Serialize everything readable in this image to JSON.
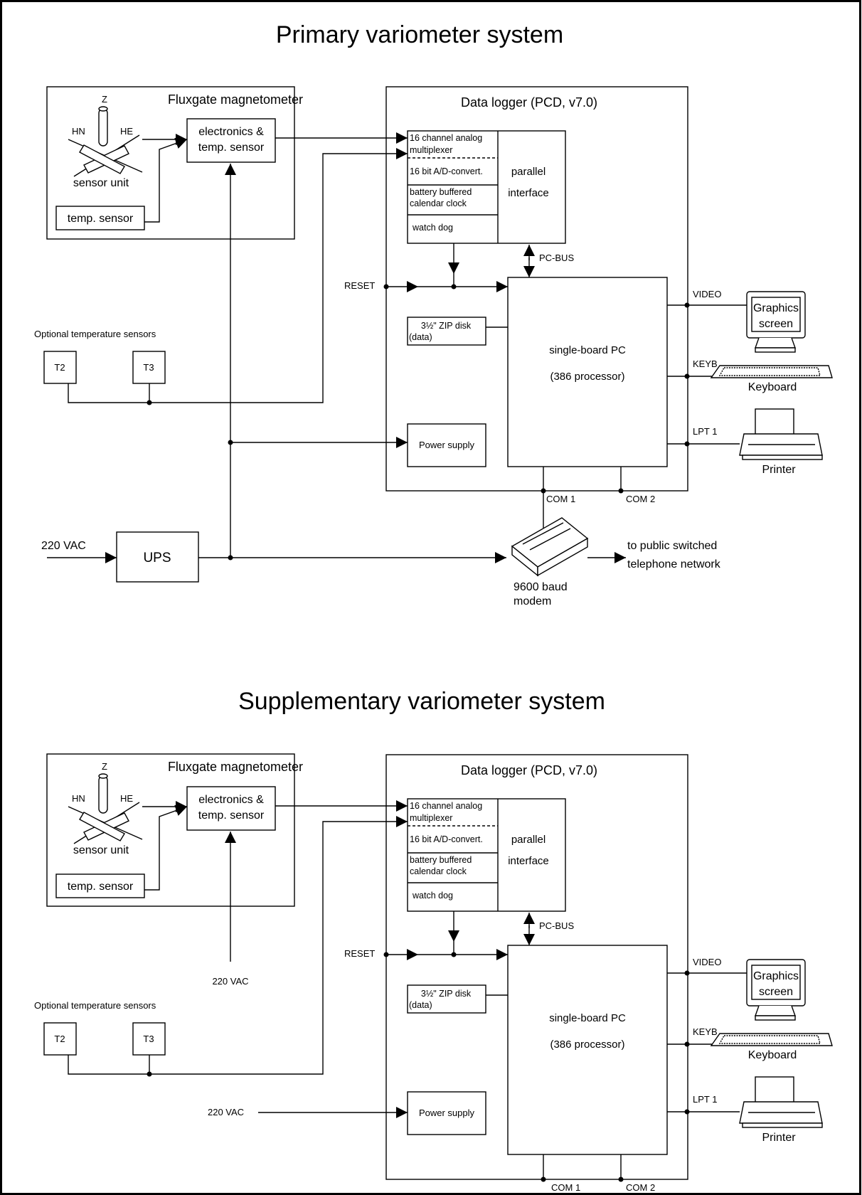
{
  "primary": {
    "title": "Primary variometer system",
    "fluxgate_title": "Fluxgate magnetometer",
    "axis_z": "Z",
    "axis_hn": "HN",
    "axis_he": "HE",
    "sensor_unit": "sensor unit",
    "electronics_line1": "electronics &",
    "electronics_line2": "temp. sensor",
    "temp_sensor": "temp. sensor",
    "optional_sensors": "Optional temperature sensors",
    "t2": "T2",
    "t3": "T3",
    "logger_title": "Data logger (PCD, v7.0)",
    "mux_line1": "16 channel analog",
    "mux_line2": "multiplexer",
    "adc": "16 bit A/D-convert.",
    "clock_line1": "battery buffered",
    "clock_line2": "calendar clock",
    "watchdog": "watch dog",
    "parallel_line1": "parallel",
    "parallel_line2": "interface",
    "pcbus": "PC-BUS",
    "reset": "RESET",
    "zip_line1": "3½\" ZIP disk",
    "zip_line2": "(data)",
    "pc_line1": "single-board PC",
    "pc_line2": "(386 processor)",
    "power_supply": "Power supply",
    "video": "VIDEO",
    "keyb": "KEYB",
    "lpt1": "LPT 1",
    "com1": "COM 1",
    "com2": "COM 2",
    "screen_line1": "Graphics",
    "screen_line2": "screen",
    "keyboard": "Keyboard",
    "printer": "Printer",
    "vac": "220 VAC",
    "ups": "UPS",
    "modem_line1": "9600 baud",
    "modem_line2": "modem",
    "network_line1": "to public switched",
    "network_line2": "telephone network"
  },
  "supplementary": {
    "title": "Supplementary variometer system",
    "fluxgate_title": "Fluxgate magnetometer",
    "axis_z": "Z",
    "axis_hn": "HN",
    "axis_he": "HE",
    "sensor_unit": "sensor unit",
    "electronics_line1": "electronics &",
    "electronics_line2": "temp. sensor",
    "temp_sensor": "temp. sensor",
    "optional_sensors": "Optional temperature sensors",
    "t2": "T2",
    "t3": "T3",
    "logger_title": "Data logger (PCD, v7.0)",
    "mux_line1": "16 channel analog",
    "mux_line2": "multiplexer",
    "adc": "16 bit A/D-convert.",
    "clock_line1": "battery buffered",
    "clock_line2": "calendar clock",
    "watchdog": "watch dog",
    "parallel_line1": "parallel",
    "parallel_line2": "interface",
    "pcbus": "PC-BUS",
    "reset": "RESET",
    "zip_line1": "3½\" ZIP disk",
    "zip_line2": "(data)",
    "pc_line1": "single-board PC",
    "pc_line2": "(386 processor)",
    "power_supply": "Power supply",
    "video": "VIDEO",
    "keyb": "KEYB",
    "lpt1": "LPT 1",
    "com1": "COM 1",
    "com2": "COM 2",
    "screen_line1": "Graphics",
    "screen_line2": "screen",
    "keyboard": "Keyboard",
    "printer": "Printer",
    "vac_magnetometer": "220 VAC",
    "vac_power": "220 VAC"
  }
}
